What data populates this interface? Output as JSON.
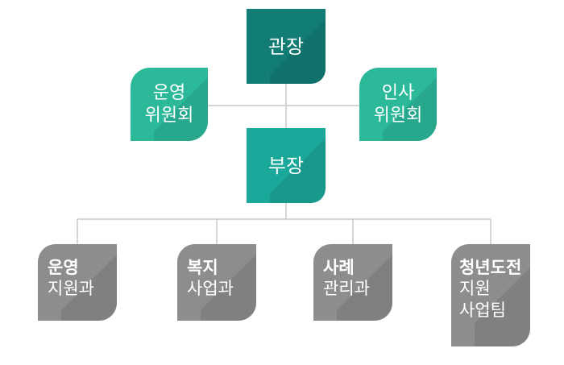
{
  "org_chart": {
    "director": "관장",
    "deputy": "부장",
    "committees": [
      {
        "line1": "운영",
        "line2": "위원회"
      },
      {
        "line1": "인사",
        "line2": "위원회"
      }
    ],
    "departments": [
      {
        "line1": "운영",
        "line2": "지원과"
      },
      {
        "line1": "복지",
        "line2": "사업과"
      },
      {
        "line1": "사례",
        "line2": "관리과"
      },
      {
        "line1": "청년도전",
        "line2": "지원",
        "line3": "사업팀"
      }
    ]
  },
  "colors": {
    "director": "#127d74",
    "committee": "#2bb99a",
    "deputy": "#1aa89a",
    "department": "#8d8d8d",
    "connector": "#c8c8c8"
  }
}
